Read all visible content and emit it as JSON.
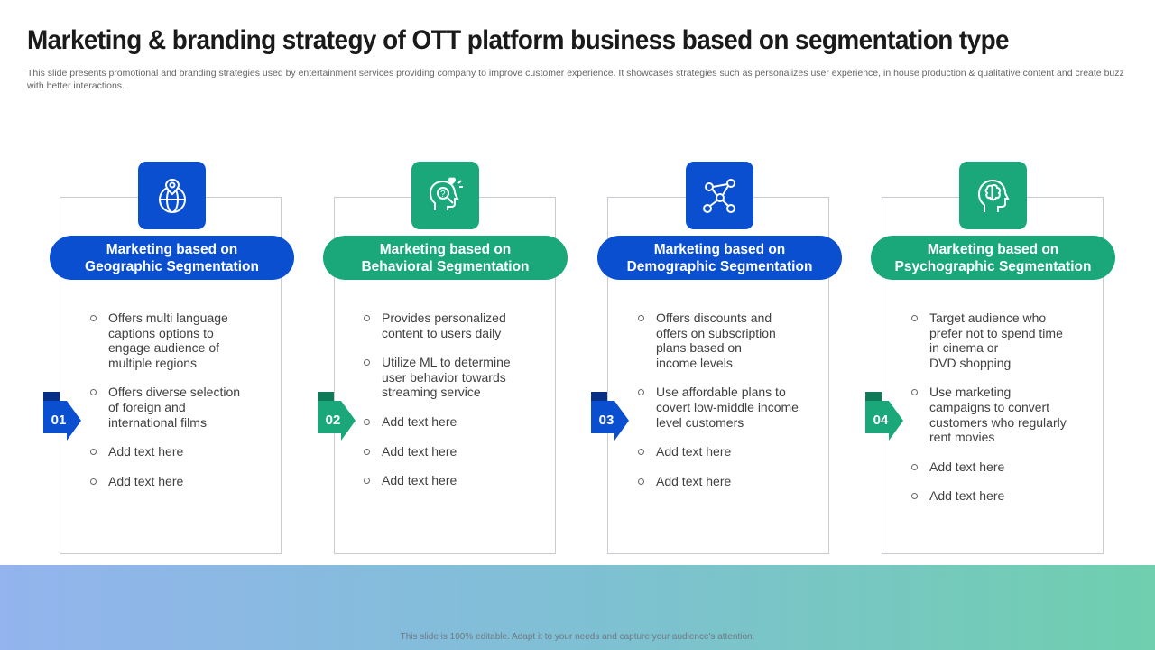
{
  "header": {
    "title": "Marketing & branding strategy of OTT platform business based on segmentation type",
    "subtitle": "This slide presents promotional and branding strategies used by entertainment services providing company to improve customer experience. It showcases strategies such as personalizes user experience, in house production & qualitative content and create buzz with better interactions."
  },
  "colors": {
    "blue": "#0b4fd1",
    "green": "#1aa87a"
  },
  "cards": [
    {
      "number": "01",
      "icon": "globe-location-icon",
      "title_line1": "Marketing based on",
      "title_line2": "Geographic Segmentation",
      "points": [
        "Offers multi language\ncaptions options to\nengage audience of\nmultiple regions",
        "Offers diverse selection\nof foreign and\ninternational films",
        "Add text here",
        "Add text here"
      ]
    },
    {
      "number": "02",
      "icon": "head-question-icon",
      "title_line1": "Marketing based on",
      "title_line2": "Behavioral Segmentation",
      "points": [
        "Provides personalized\ncontent to users daily",
        "Utilize  ML to determine\nuser behavior towards\nstreaming service",
        "Add text here",
        "Add text here",
        "Add text here"
      ]
    },
    {
      "number": "03",
      "icon": "network-people-icon",
      "title_line1": "Marketing based on",
      "title_line2": "Demographic Segmentation",
      "points": [
        "Offers discounts and\noffers on subscription\nplans based on\nincome levels",
        "Use affordable plans to\ncovert low-middle income\nlevel customers",
        "Add text here",
        "Add text here"
      ]
    },
    {
      "number": "04",
      "icon": "head-brain-icon",
      "title_line1": "Marketing based on",
      "title_line2": "Psychographic Segmentation",
      "points": [
        "Target audience who\nprefer not to spend time\nin cinema or\nDVD shopping",
        "Use marketing\ncampaigns to convert\ncustomers who regularly\nrent movies",
        "Add text here",
        "Add text here"
      ]
    }
  ],
  "footer": {
    "text": "This slide is 100% editable. Adapt it to your needs and capture your audience's attention."
  }
}
